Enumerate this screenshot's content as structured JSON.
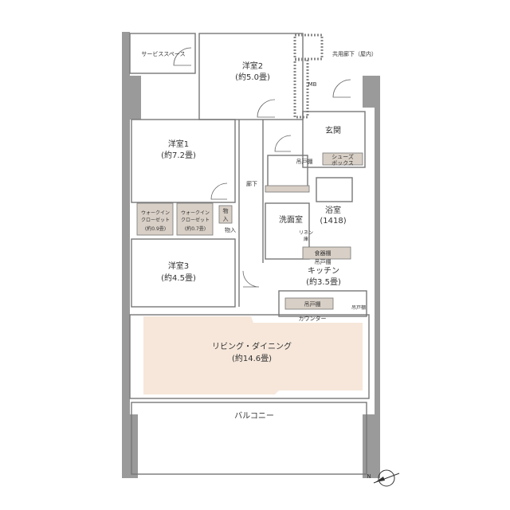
{
  "rooms": {
    "service_space": "サービススペース",
    "western2": {
      "name": "洋室2",
      "size": "(約5.0畳)"
    },
    "western1": {
      "name": "洋室1",
      "size": "(約7.2畳)"
    },
    "western3": {
      "name": "洋室3",
      "size": "(約4.5畳)"
    },
    "common_corridor": "共用廊下（屋内）",
    "mb": "MB",
    "entrance": "玄関",
    "shoebox": [
      "シューズ",
      "ボックス"
    ],
    "hallway": "廊下",
    "bath": {
      "name": "浴室",
      "size": "(1418)"
    },
    "washroom": "洗面室",
    "linen": [
      "リネン",
      "庫"
    ],
    "toilet_cabinet": "吊戸棚",
    "wic1": [
      "ウォークイン",
      "クローゼット",
      "(約0.9畳)"
    ],
    "wic2": [
      "ウォークイン",
      "クローゼット",
      "(約0.7畳)"
    ],
    "closet_a": [
      "物",
      "入"
    ],
    "closet_b": "物入",
    "dish_cabinet": "食器棚",
    "wall_cabinet": "吊戸棚",
    "kitchen": {
      "name": "キッチン",
      "size": "(約3.5畳)"
    },
    "counter_cabinet": "吊戸棚",
    "counter": "カウンター",
    "side_cabinet": "吊戸棚",
    "living_dining": {
      "name": "リビング・ダイニング",
      "size": "(約14.6畳)"
    },
    "balcony": "バルコニー"
  },
  "compass": {
    "label": "N"
  },
  "colors": {
    "living": "#f6e7da",
    "storage": "#d8cfc6",
    "column": "#9a9a9a"
  }
}
